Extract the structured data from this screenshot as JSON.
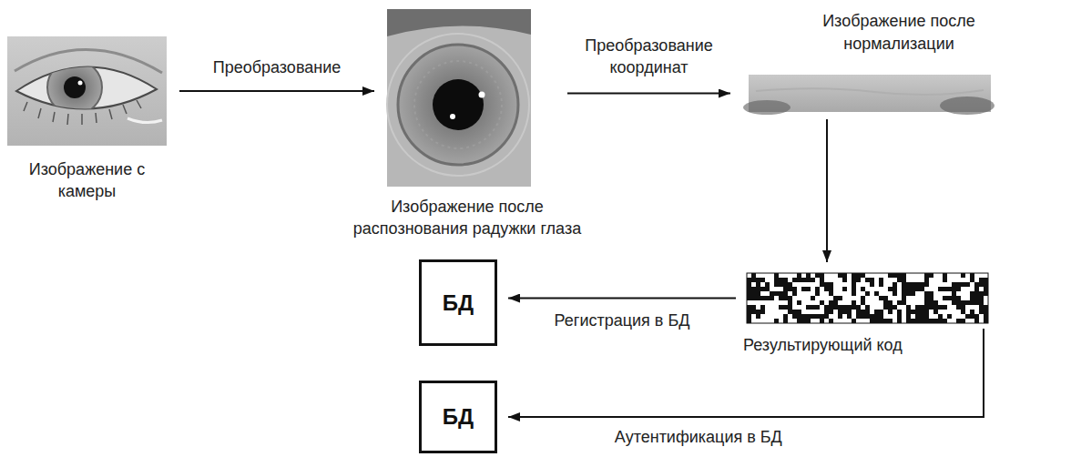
{
  "diagram": {
    "nodes": [
      {
        "text": [
          "Изображение с камеры"
        ]
      },
      {
        "text": [
          "Изображение после распознования радужки глаза"
        ]
      },
      {
        "text": [
          "Изображение после нормализации"
        ]
      },
      {
        "text": [
          "Результирующий код"
        ]
      },
      {
        "text": [
          "БД"
        ]
      },
      {
        "text": [
          "БД"
        ]
      }
    ],
    "edges": [
      {
        "from": 0,
        "to": 1,
        "label": "Преобразование",
        "arrow": "to"
      },
      {
        "from": 1,
        "to": 2,
        "label": "Преобразование координат",
        "arrow": "to"
      },
      {
        "from": 2,
        "to": 3,
        "arrow": "to"
      },
      {
        "from": 3,
        "to": 4,
        "label": "Регистрация в БД",
        "arrow": "to"
      },
      {
        "from": 3,
        "to": 5,
        "label": "Аутентификация в БД",
        "arrow": "to"
      }
    ]
  }
}
